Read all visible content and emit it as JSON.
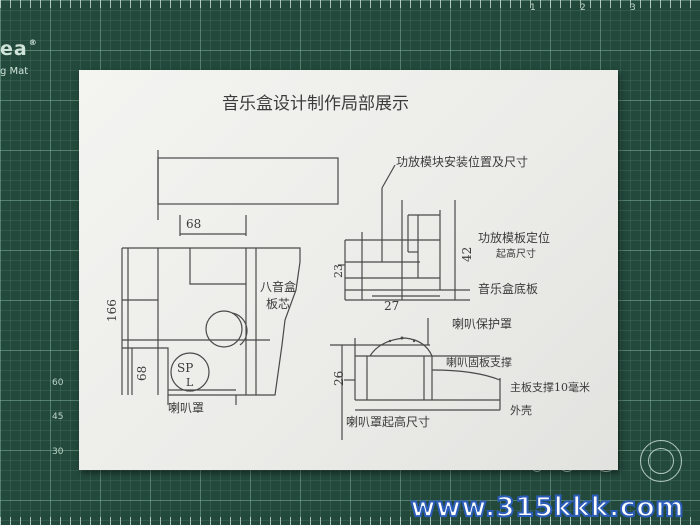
{
  "mat": {
    "brand": "ea",
    "registered": "®",
    "subtitle": "g Mat",
    "edge_numbers": [
      "60",
      "45",
      "30"
    ],
    "edge_numbers_right": [
      "1",
      "2",
      "3"
    ]
  },
  "drawing": {
    "title": "音乐盒设计制作局部展示",
    "dims": {
      "top_width": "68",
      "height_total": "166",
      "height_bottom": "68",
      "right_height": "42",
      "left_small": "23",
      "base_width": "27",
      "bottom_height": "26"
    },
    "labels": {
      "speaker": "SP",
      "speaker_sub": "L",
      "music_board": "八音盒",
      "music_board_2": "板芯",
      "amp_install": "功放模块安装位置及尺寸",
      "amp_board": "功放模板定位",
      "amp_board_2": "起高尺寸",
      "base_plate": "音乐盒底板",
      "speaker_cover": "喇叭保护罩",
      "speaker_bracket": "喇叭固板支撑",
      "main_bracket": "主板支撑10毫米",
      "main_bracket_2": "外壳",
      "speaker_cover_bottom": "喇叭罩",
      "speaker_cover_height": "喇叭罩起高尺寸"
    }
  },
  "watermark": "www.315kkk.com"
}
